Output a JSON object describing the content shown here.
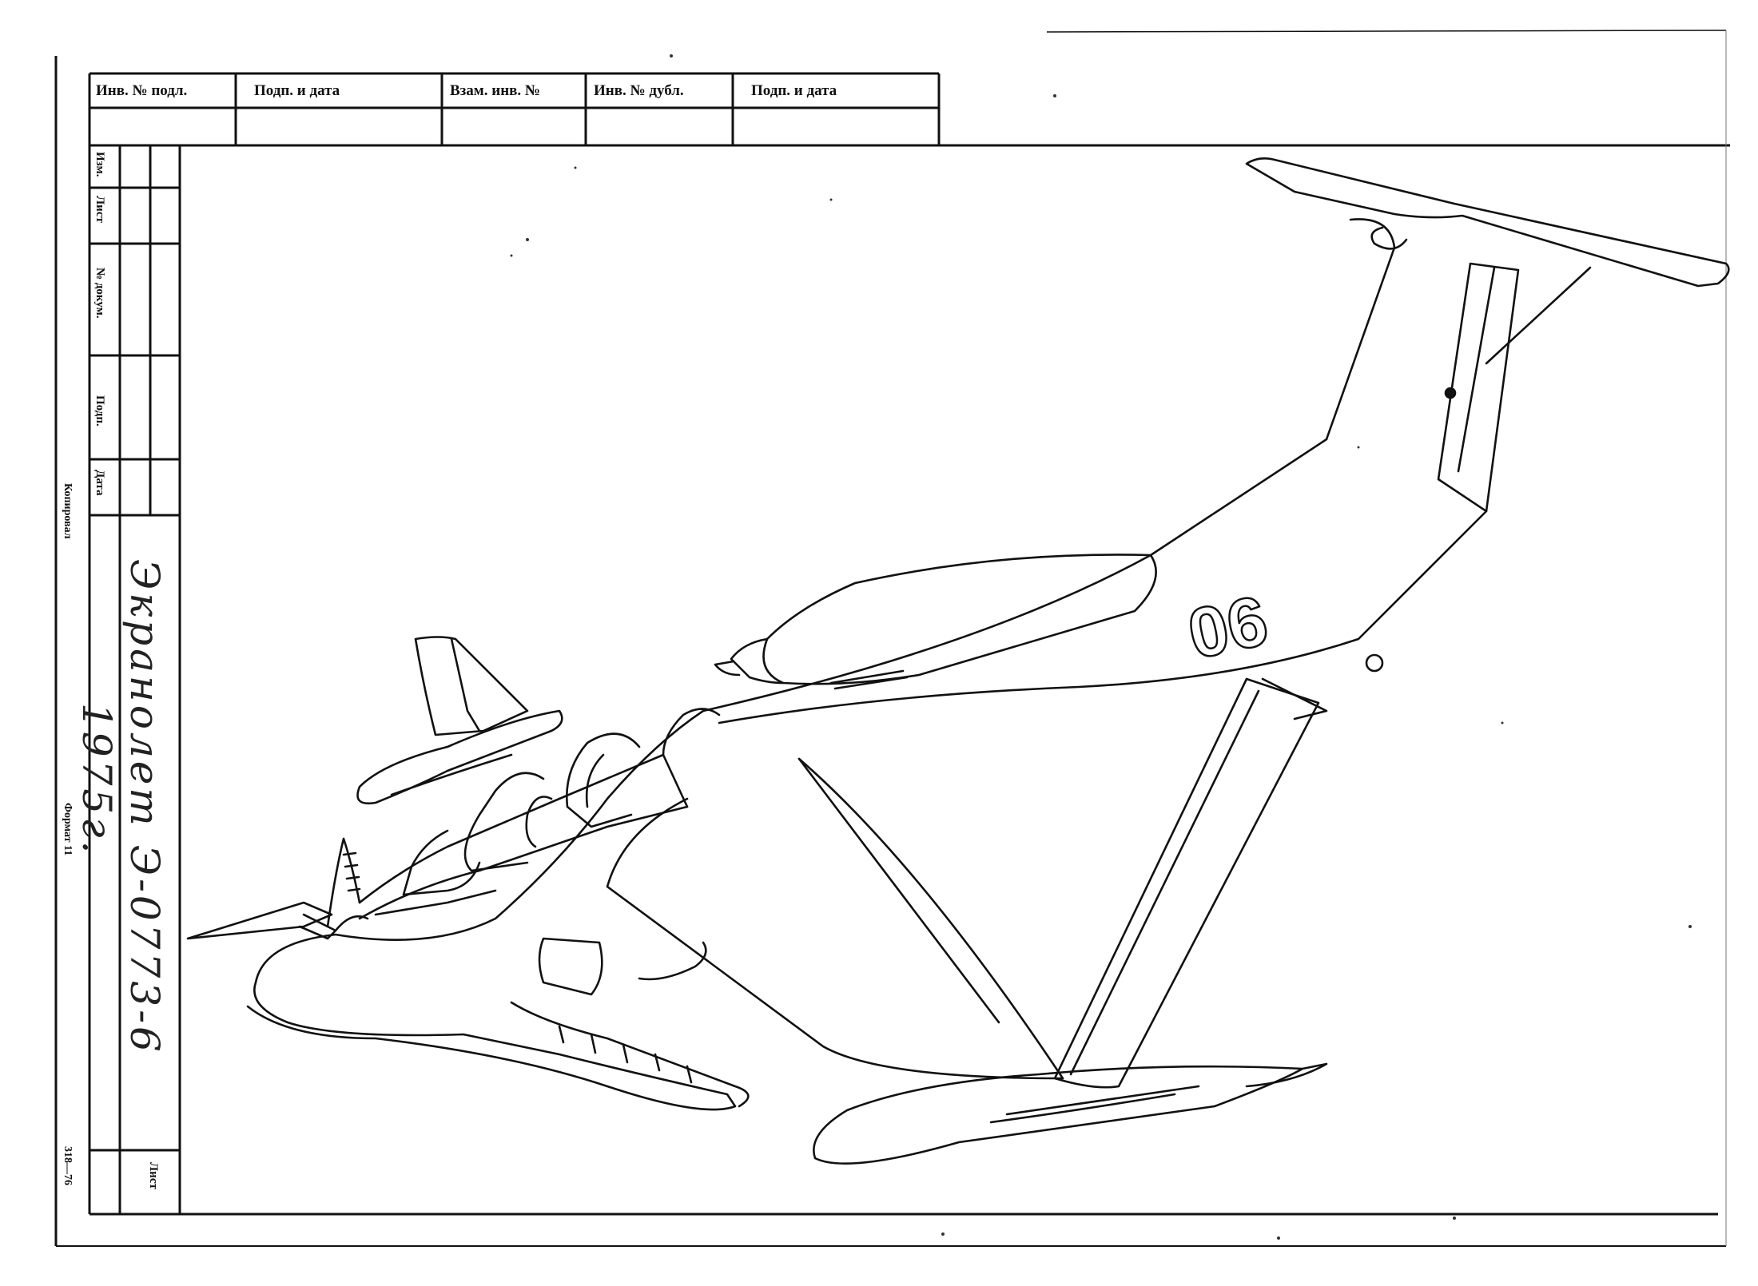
{
  "title_block": {
    "top_row": [
      "Инв. № подл.",
      "Подп. и дата",
      "Взам. инв. №",
      "Инв. № дубл.",
      "Подп. и дата"
    ],
    "side_column": [
      "Изм.",
      "Лист",
      "№ докум.",
      "Подп.",
      "Дата"
    ],
    "sheet_label": "Лист"
  },
  "margin_notes": {
    "copied_by": "Копировал",
    "format": "Формат 11",
    "form_code": "318—76"
  },
  "handwritten": {
    "line1": "Экранолет  Э-0773-6",
    "line2": "1975г."
  },
  "drawing": {
    "subject": "aircraft-sketch",
    "tail_number": "06"
  },
  "colors": {
    "ink": "#111111",
    "paper": "#ffffff"
  }
}
